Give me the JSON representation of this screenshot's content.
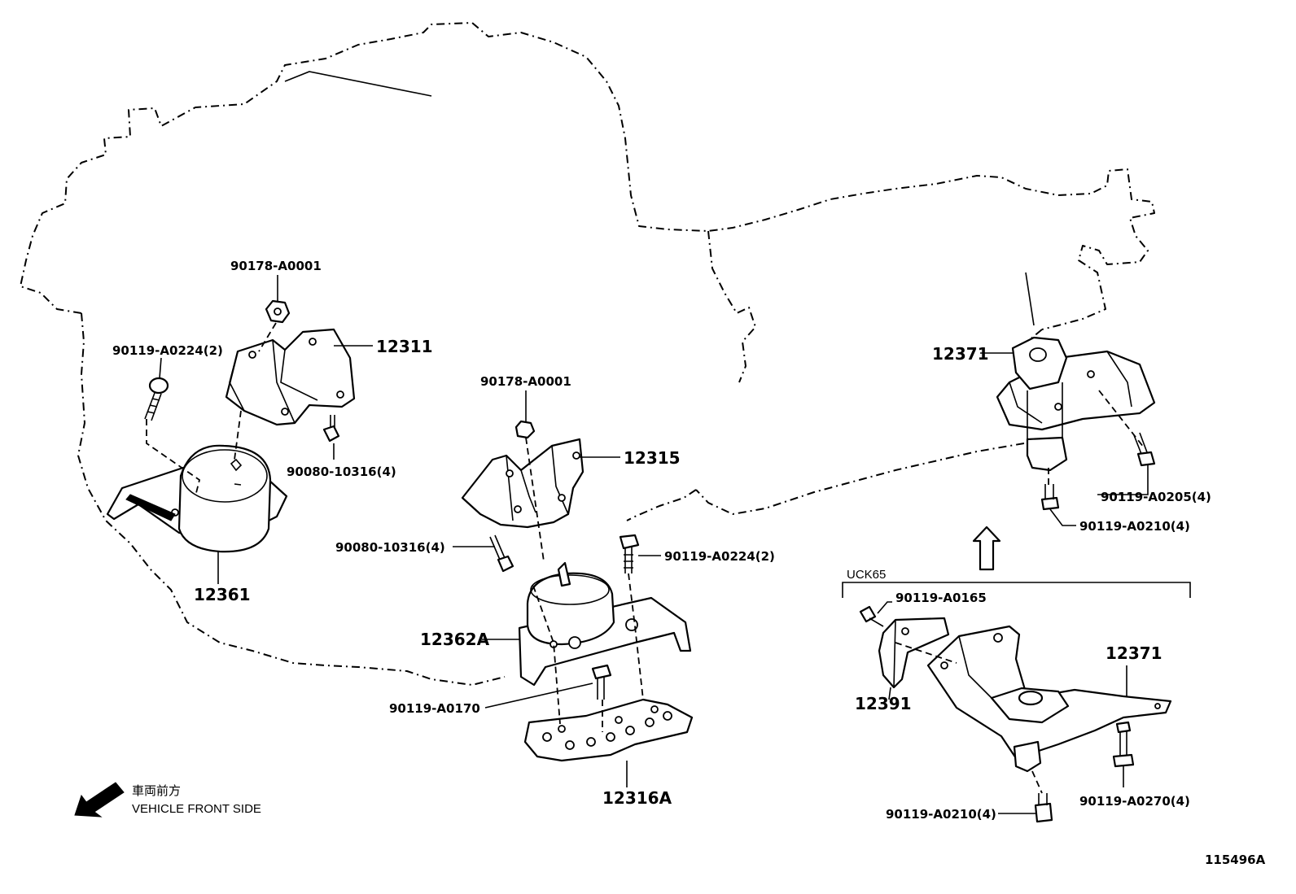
{
  "diagram": {
    "labels": {
      "p90178_a": "90178-A0001",
      "p90119_a0224_a": "90119-A0224(2)",
      "p12311": "12311",
      "p90080_a": "90080-10316(4)",
      "p12361": "12361",
      "p90178_b": "90178-A0001",
      "p12315": "12315",
      "p90080_b": "90080-10316(4)",
      "p90119_a0224_b": "90119-A0224(2)",
      "p12362a": "12362A",
      "p90119_a0170": "90119-A0170",
      "p12316a": "12316A",
      "p12371_a": "12371",
      "p90119_a0205": "90119-A0205(4)",
      "p90119_a0210_a": "90119-A0210(4)",
      "uck65": "UCK65",
      "p90119_a0165": "90119-A0165",
      "p12371_b": "12371",
      "p12391": "12391",
      "p90119_a0270": "90119-A0270(4)",
      "p90119_a0210_b": "90119-A0210(4)"
    },
    "front_jp": "車両前方",
    "front_en": "VEHICLE FRONT SIDE",
    "figure_id": "115496A"
  }
}
